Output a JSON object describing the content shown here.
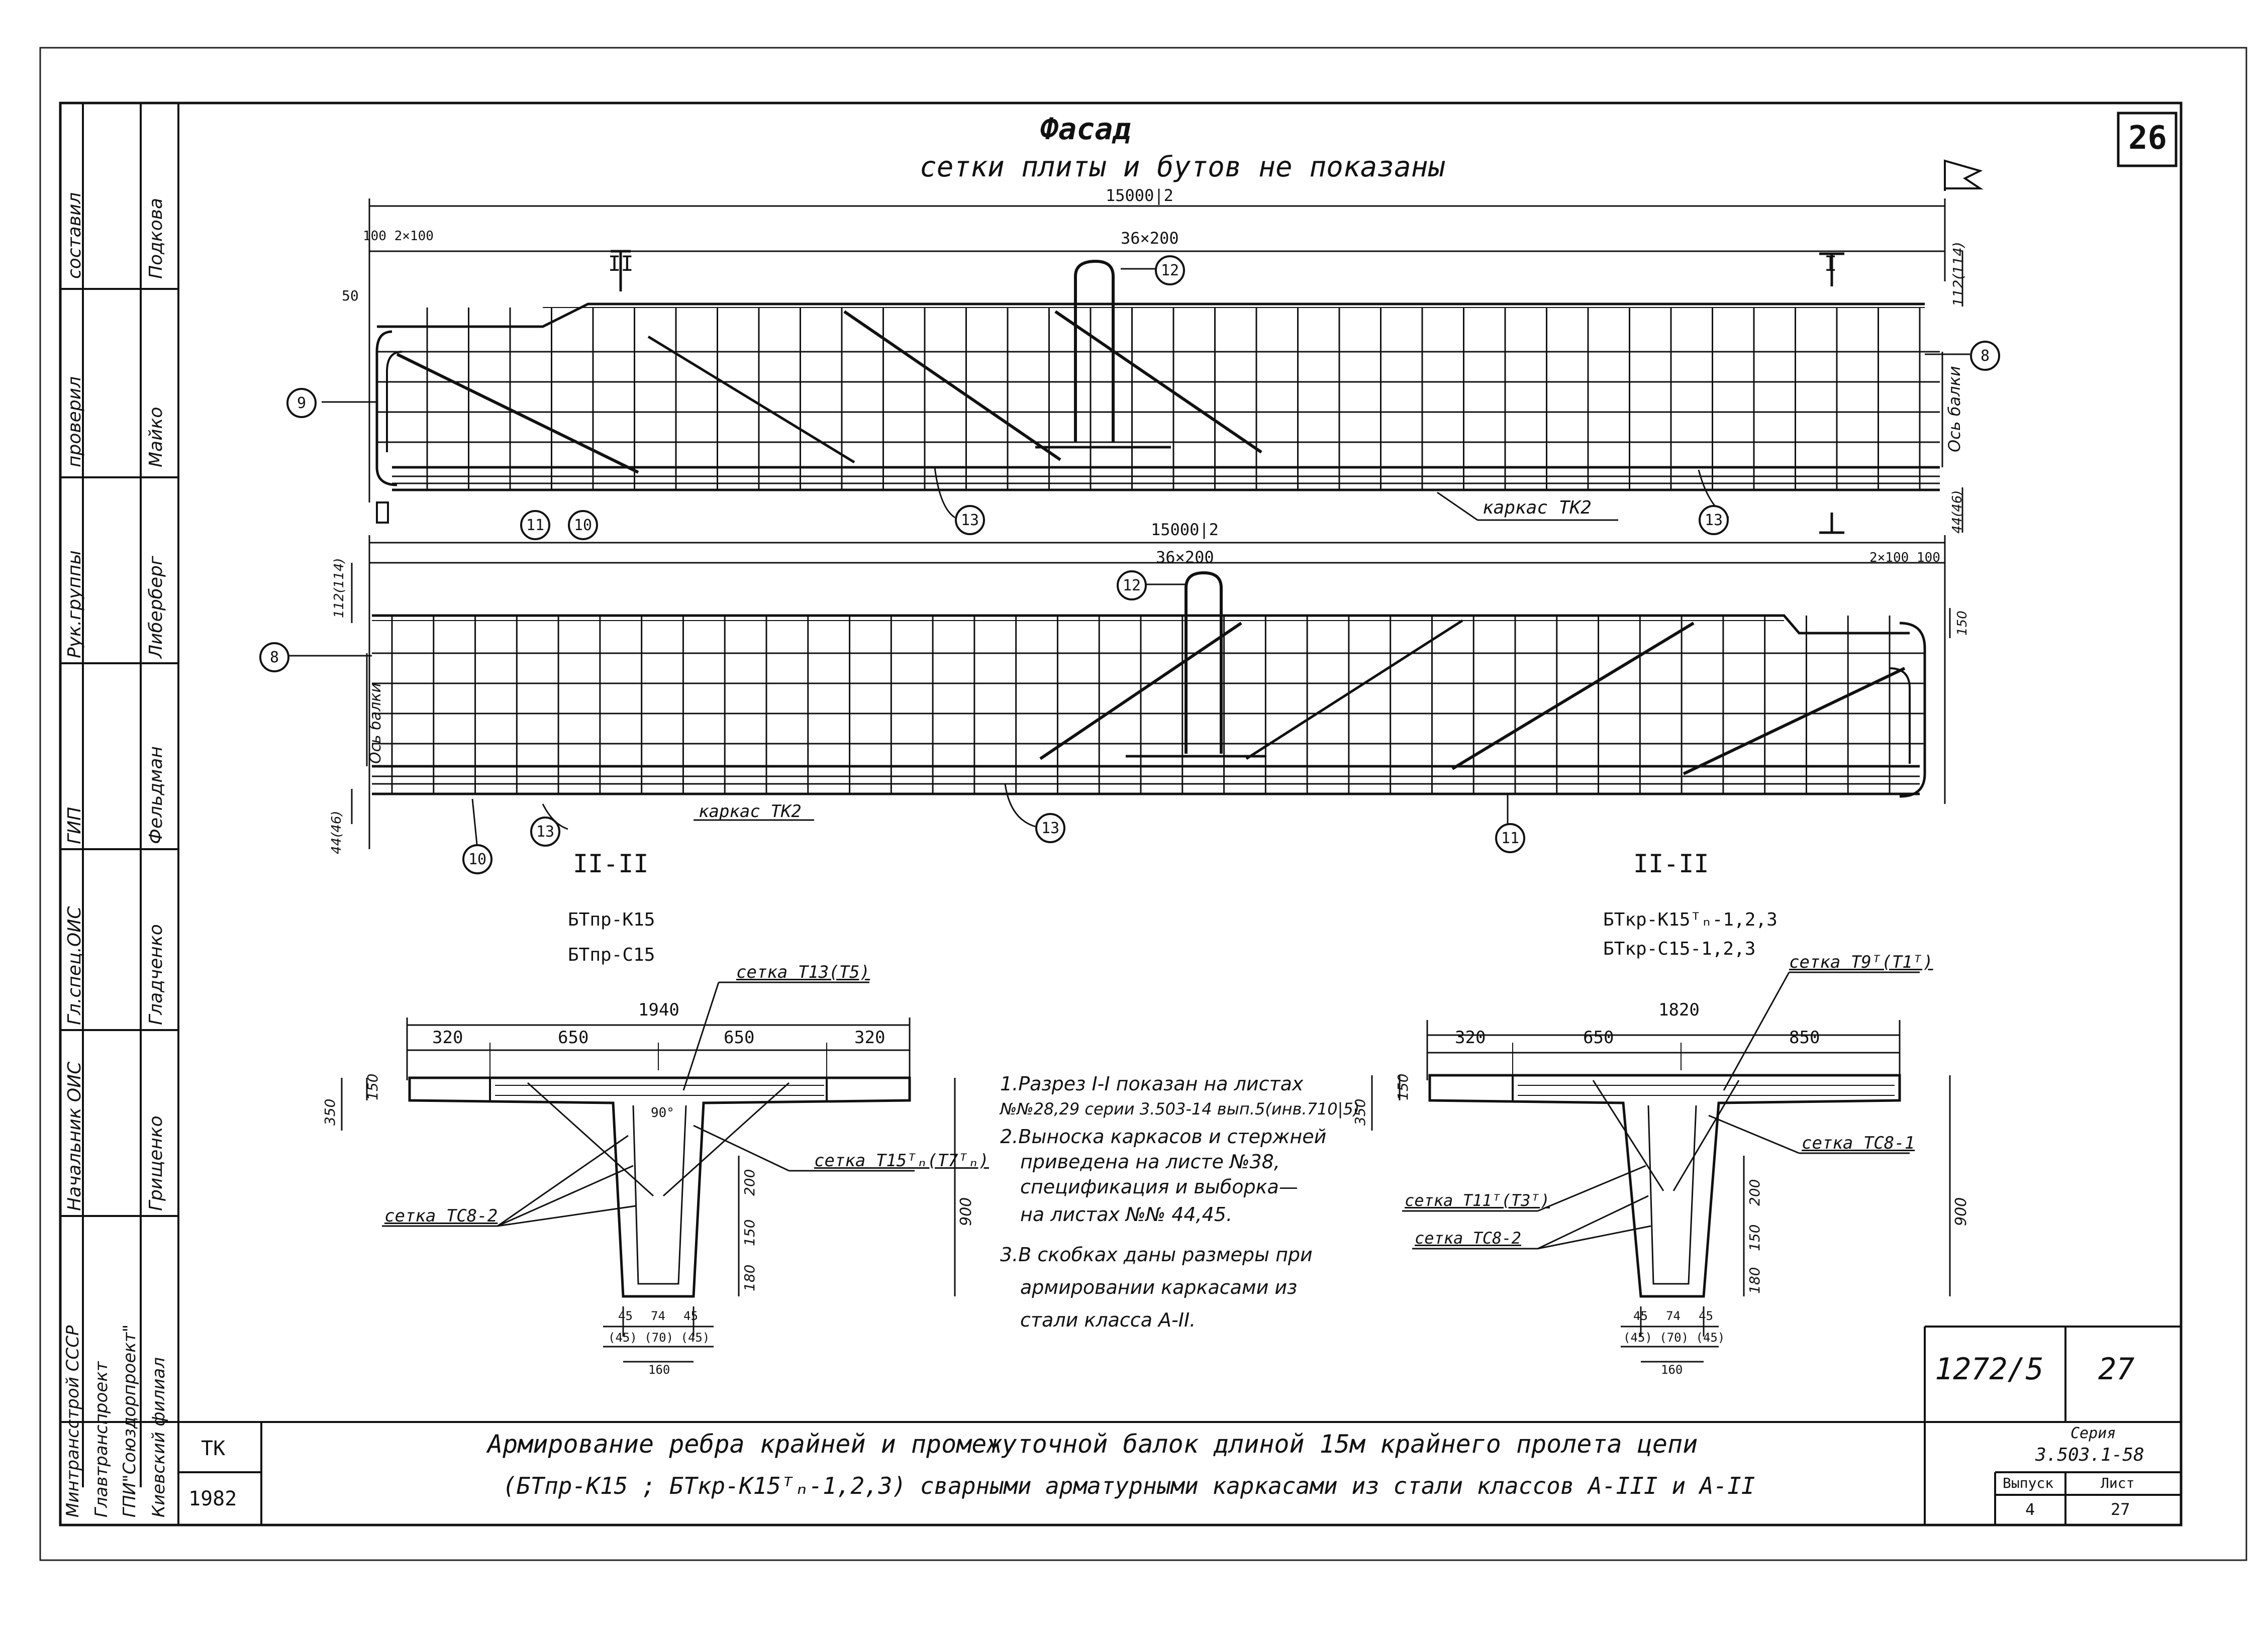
{
  "sheet": {
    "number": "26",
    "title": "Фасад",
    "subtitle": "сетки плиты и бутов не показаны"
  },
  "beam_top": {
    "length": "15000|2",
    "spacing": "36×200",
    "left_spacing": "100 2×100",
    "dim_50": "50",
    "dim_right": "112(114)",
    "dim_bottom_right": "44(46)",
    "axis_label": "Ось балки",
    "frame_label": "каркас ТК2",
    "section_mark_1": "I",
    "section_mark_2": "II",
    "callouts": [
      "9",
      "11",
      "10",
      "12",
      "13",
      "13",
      "8"
    ]
  },
  "beam_bottom": {
    "length": "15000|2",
    "spacing": "36×200",
    "right_spacing": "2×100 100",
    "dim_150": "150",
    "dim_left_top": "112(114)",
    "dim_left_bottom": "44(46)",
    "axis_label": "Ось балки",
    "frame_label": "каркас ТК2",
    "callouts": [
      "12",
      "8",
      "10",
      "13",
      "13",
      "11"
    ]
  },
  "section_left": {
    "mark": "II-II",
    "label_1": "БТпр-К15",
    "label_2": "БТпр-С15",
    "total_width": "1940",
    "widths": [
      "320",
      "650",
      "650",
      "320"
    ],
    "dim_150": "150",
    "dim_350": "350",
    "dim_900": "900",
    "dims_web": [
      "200",
      "150",
      "180"
    ],
    "angle": "90°",
    "bottom_dims": [
      "45",
      "74",
      "45"
    ],
    "bottom_dims_alt": "(45) (70) (45)",
    "bottom_total": "160",
    "mesh_top": "сетка Т13(Т5)",
    "mesh_right": "сетка Т15ᵀₙ(Т7ᵀₙ)",
    "mesh_left": "сетка ТС8-2"
  },
  "section_right": {
    "mark": "II-II",
    "label_1": "БТкр-К15ᵀₙ-1,2,3",
    "label_2": "БТкр-С15-1,2,3",
    "total_width": "1820",
    "widths": [
      "320",
      "650",
      "850"
    ],
    "dim_150": "150",
    "dim_350": "350",
    "dim_900": "900",
    "dims_web": [
      "200",
      "150",
      "180"
    ],
    "bottom_dims": [
      "45",
      "74",
      "45"
    ],
    "bottom_dims_alt": "(45) (70) (45)",
    "bottom_total": "160",
    "mesh_top": "сетка Т9ᵀ(Т1ᵀ)",
    "mesh_right": "сетка ТС8-1",
    "mesh_left_1": "сетка Т11ᵀ(Т3ᵀ)",
    "mesh_left_2": "сетка ТС8-2"
  },
  "notes": [
    "1.Разрез I-I показан на листах",
    "№№28,29 серии 3.503-14 вып.5(инв.710|5)",
    "2.Выноска каркасов и стержней",
    "приведена на листе №38,",
    "спецификация и выборка—",
    "на листах №№ 44,45.",
    "3.В скобках даны размеры при",
    "армировании каркасами из",
    "стали класса А-II."
  ],
  "left_stamp": [
    {
      "role": "составил",
      "name": "Подкова"
    },
    {
      "role": "проверил",
      "name": "Майко"
    },
    {
      "role": "Рук.группы",
      "name": "Либерберг"
    },
    {
      "role": "ГИП",
      "name": "Фельдман"
    },
    {
      "role": "Гл.спец.ОИС",
      "name": "Гладченко"
    },
    {
      "role": "Начальник ОИС",
      "name": "Грищенко"
    }
  ],
  "org": [
    "Минтрансстрой СССР",
    "Главтранспроект",
    "ГПИ\"Союздорпроект\"",
    "Киевский филиал"
  ],
  "title_block": {
    "code": "ТК",
    "year": "1982",
    "inventory": "1272/5",
    "sheet_no": "27",
    "title_line1": "Армирование ребра крайней и промежуточной балок длиной 15м крайнего пролета цепи",
    "title_line2": "(БТпр-К15 ; БТкр-К15ᵀₙ-1,2,3) сварными арматурными каркасами из стали классов А-III и А-II",
    "series_label": "Серия",
    "series": "3.503.1-58",
    "issue_label": "Выпуск",
    "issue": "4",
    "list_label": "Лист",
    "list": "27"
  },
  "colors": {
    "ink": "#111111",
    "paper": "#ffffff"
  }
}
